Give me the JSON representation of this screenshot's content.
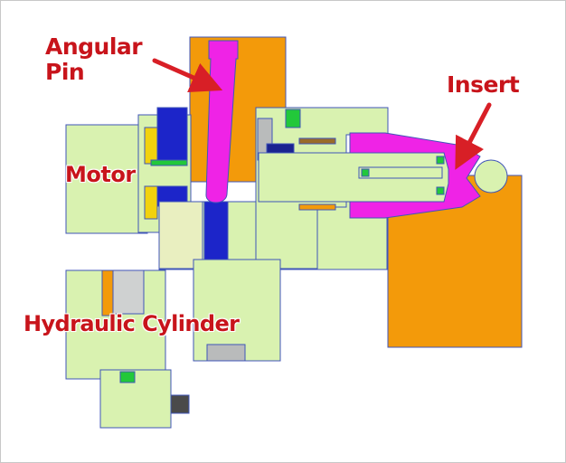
{
  "labels": {
    "angular_pin_line1": "Angular",
    "angular_pin_line2": "Pin",
    "insert": "Insert",
    "motor": "Motor",
    "hydraulic_cylinder": "Hydraulic Cylinder"
  },
  "colors": {
    "callout_text": "#c8141b",
    "arrow": "#d81f26",
    "body_green": "#d9f2b0",
    "outline_blue": "#4055b8",
    "orange_plate": "#f39a0a",
    "angular_pin_magenta": "#ef23e6",
    "motor_blue": "#1c25c9",
    "yellow_part": "#f2d20d",
    "grey_part": "#b9bbbb",
    "green_part": "#22c83a"
  },
  "icons": [
    "arrow-angular-pin",
    "arrow-insert"
  ]
}
